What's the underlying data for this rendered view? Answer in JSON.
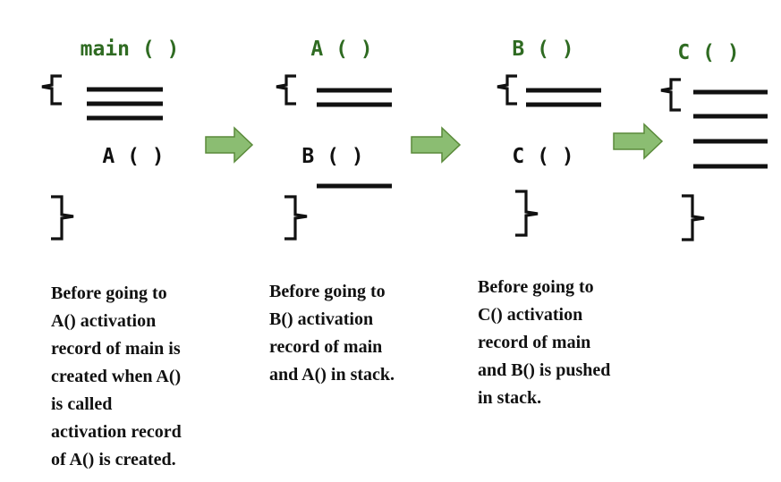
{
  "stages": [
    {
      "title": "main ( )",
      "call": "A ( )",
      "caption": [
        "Before going to",
        "A() activation",
        "record of main is",
        "created when A()",
        "is called",
        "activation record",
        "of A() is created."
      ]
    },
    {
      "title": "A ( )",
      "call": "B ( )",
      "caption": [
        "Before going to",
        "B() activation",
        "record of main",
        "and A() in stack."
      ]
    },
    {
      "title": "B ( )",
      "call": "C ( )",
      "caption": [
        "Before going to",
        "C() activation",
        "record of main",
        "and B() is pushed",
        "in stack."
      ]
    },
    {
      "title": "C ( )",
      "call": "",
      "caption": []
    }
  ],
  "colors": {
    "title_text": "#2f6b22",
    "arrow_fill": "#8bbd72",
    "ink": "#111111"
  }
}
